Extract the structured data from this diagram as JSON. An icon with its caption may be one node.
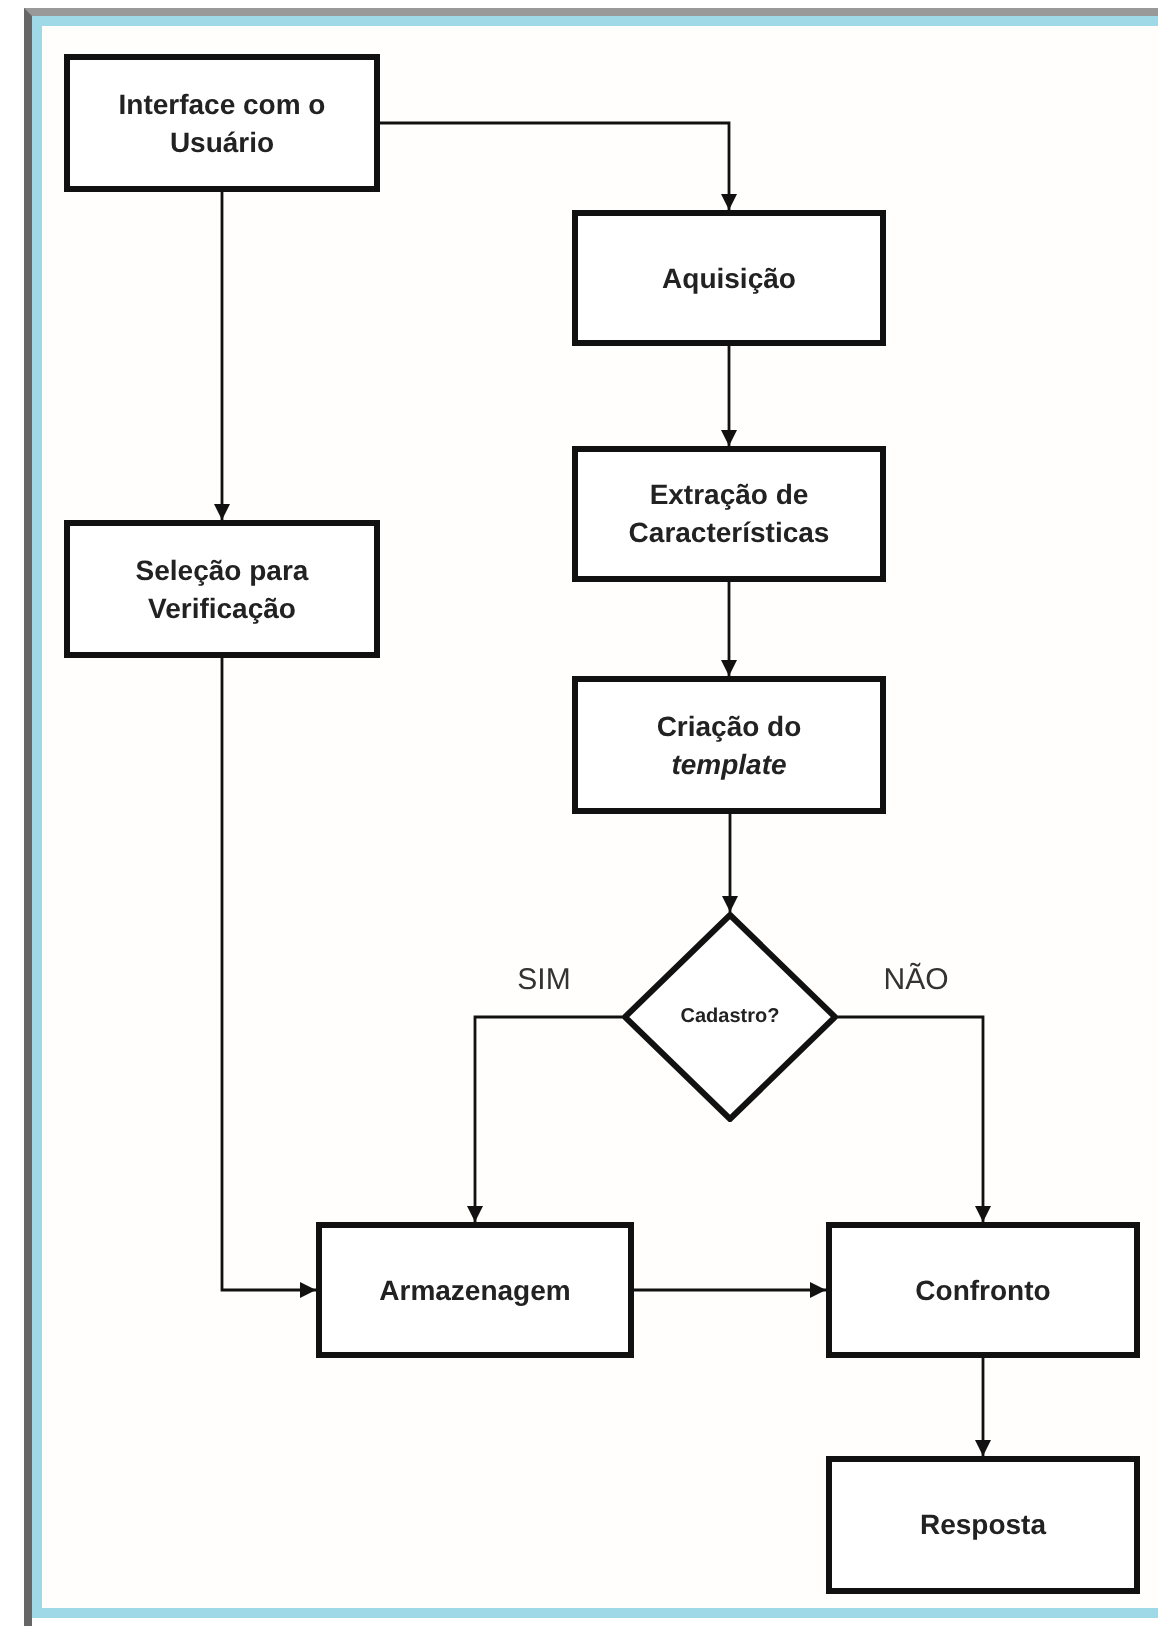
{
  "diagram": {
    "nodes": [
      {
        "text": [
          "Interface com o Usuário"
        ]
      },
      {
        "text": [
          "Aquisição"
        ]
      },
      {
        "text": [
          "Extração de Características"
        ]
      },
      {
        "text": [
          "Seleção para Verificação"
        ]
      },
      {
        "text": [
          "Criação do *template*"
        ]
      },
      {
        "text": [
          "Cadastro?"
        ]
      },
      {
        "text": [
          "Armazenagem"
        ]
      },
      {
        "text": [
          "Confronto"
        ]
      },
      {
        "text": [
          "Resposta"
        ]
      }
    ],
    "edges": [
      {
        "from": 0,
        "to": 1,
        "arrow": "to"
      },
      {
        "from": 0,
        "to": 3,
        "arrow": "to"
      },
      {
        "from": 1,
        "to": 2,
        "arrow": "to"
      },
      {
        "from": 2,
        "to": 4,
        "arrow": "to"
      },
      {
        "from": 4,
        "to": 5,
        "arrow": "to"
      },
      {
        "from": 5,
        "to": 6,
        "arrow": "to",
        "label": "SIM"
      },
      {
        "from": 5,
        "to": 7,
        "arrow": "to",
        "label": "NÃO"
      },
      {
        "from": 3,
        "to": 6,
        "arrow": "to"
      },
      {
        "from": 6,
        "to": 7,
        "arrow": "to"
      },
      {
        "from": 7,
        "to": 8,
        "arrow": "to"
      }
    ]
  }
}
